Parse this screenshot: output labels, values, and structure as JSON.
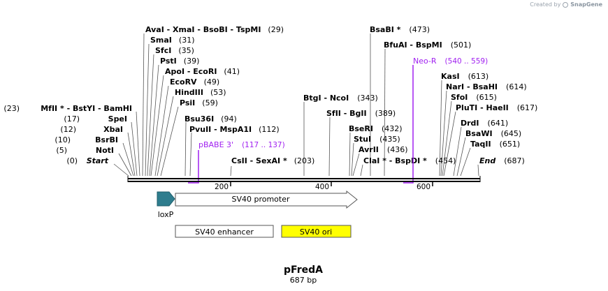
{
  "credit": {
    "prefix": "Created by",
    "brand": "SnapGene"
  },
  "plasmid": {
    "name": "pFredA",
    "length": "687 bp"
  },
  "sites": [
    {
      "label": "AvaI  -  XmaI  -  BsoBI  -  TspMI",
      "pos": "(29)"
    },
    {
      "label": "SmaI",
      "pos": "(31)"
    },
    {
      "label": "SfcI",
      "pos": "(35)"
    },
    {
      "label": "PstI",
      "pos": "(39)"
    },
    {
      "label": "ApoI  -  EcoRI",
      "pos": "(41)"
    },
    {
      "label": "EcoRV",
      "pos": "(49)"
    },
    {
      "label": "HindIII",
      "pos": "(53)"
    },
    {
      "label": "PsiI",
      "pos": "(59)"
    },
    {
      "label": "MfII *  -  BstYI  -  BamHI",
      "pos": "(23)"
    },
    {
      "label": "SpeI",
      "pos": "(17)"
    },
    {
      "label": "XbaI",
      "pos": "(12)"
    },
    {
      "label": "BsrBI",
      "pos": "(10)"
    },
    {
      "label": "NotI",
      "pos": "(5)"
    },
    {
      "label": "Start",
      "pos": "(0)"
    },
    {
      "label": "Bsu36I",
      "pos": "(94)"
    },
    {
      "label": "PvuII  -  MspA1I",
      "pos": "(112)"
    },
    {
      "label": "CsII  -  SexAI *",
      "pos": "(203)"
    },
    {
      "label": "BtgI  -  NcoI",
      "pos": "(343)"
    },
    {
      "label": "SfII  -  BgII",
      "pos": "(389)"
    },
    {
      "label": "BsaBI *",
      "pos": "(473)"
    },
    {
      "label": "BfuAI  -  BspMI",
      "pos": "(501)"
    },
    {
      "label": "BseRI",
      "pos": "(432)"
    },
    {
      "label": "StuI",
      "pos": "(435)"
    },
    {
      "label": "AvrII",
      "pos": "(436)"
    },
    {
      "label": "ClaI *  -  BspDI *",
      "pos": "(454)"
    },
    {
      "label": "KasI",
      "pos": "(613)"
    },
    {
      "label": "NarI  -  BsaHI",
      "pos": "(614)"
    },
    {
      "label": "SfoI",
      "pos": "(615)"
    },
    {
      "label": "PluTI  -  HaeII",
      "pos": "(617)"
    },
    {
      "label": "DrdI",
      "pos": "(641)"
    },
    {
      "label": "BsaWI",
      "pos": "(645)"
    },
    {
      "label": "TaqII",
      "pos": "(651)"
    },
    {
      "label": "End",
      "pos": "(687)"
    }
  ],
  "primers": [
    {
      "label": "pBABE 3'",
      "range": "(117 .. 137)",
      "color": "#a020f0"
    },
    {
      "label": "Neo-R",
      "range": "(540 .. 559)",
      "color": "#a020f0"
    }
  ],
  "ticks": [
    "200",
    "400",
    "600"
  ],
  "features": {
    "loxp": "loxP",
    "sv40_promoter": "SV40 promoter",
    "sv40_enhancer": "SV40 enhancer",
    "sv40_ori": "SV40 ori"
  },
  "colors": {
    "loxp": "#2e7d8e",
    "ori": "#ffff00",
    "primer": "#a020f0"
  }
}
